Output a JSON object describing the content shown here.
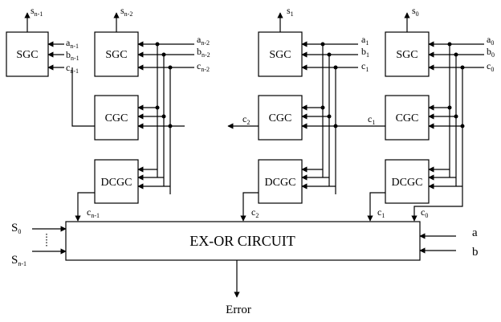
{
  "blocks": {
    "sgc": "SGC",
    "cgc": "CGC",
    "dcgc": "DCGC",
    "exor": "EX-OR CIRCUIT"
  },
  "signals": {
    "s_n1": {
      "base": "s",
      "sub": "n-1"
    },
    "s_n2": {
      "base": "s",
      "sub": "n-2"
    },
    "s_1": {
      "base": "s",
      "sub": "1"
    },
    "s_0": {
      "base": "s",
      "sub": "0"
    },
    "a_n1": {
      "base": "a",
      "sub": "n-1"
    },
    "b_n1": {
      "base": "b",
      "sub": "n-1"
    },
    "c_n1": {
      "base": "c",
      "sub": "n-1"
    },
    "a_n2": {
      "base": "a",
      "sub": "n-2"
    },
    "b_n2": {
      "base": "b",
      "sub": "n-2"
    },
    "c_n2": {
      "base": "c",
      "sub": "n-2"
    },
    "a_1": {
      "base": "a",
      "sub": "1"
    },
    "b_1": {
      "base": "b",
      "sub": "1"
    },
    "c_1": {
      "base": "c",
      "sub": "1"
    },
    "a_0": {
      "base": "a",
      "sub": "0"
    },
    "b_0": {
      "base": "b",
      "sub": "0"
    },
    "c_0": {
      "base": "c",
      "sub": "0"
    },
    "c_2": {
      "base": "c",
      "sub": "2"
    },
    "S_0": {
      "base": "S",
      "sub": "0"
    },
    "S_n1": {
      "base": "S",
      "sub": "n-1"
    }
  },
  "inputs": {
    "a": "a",
    "b": "b"
  },
  "output": "Error"
}
